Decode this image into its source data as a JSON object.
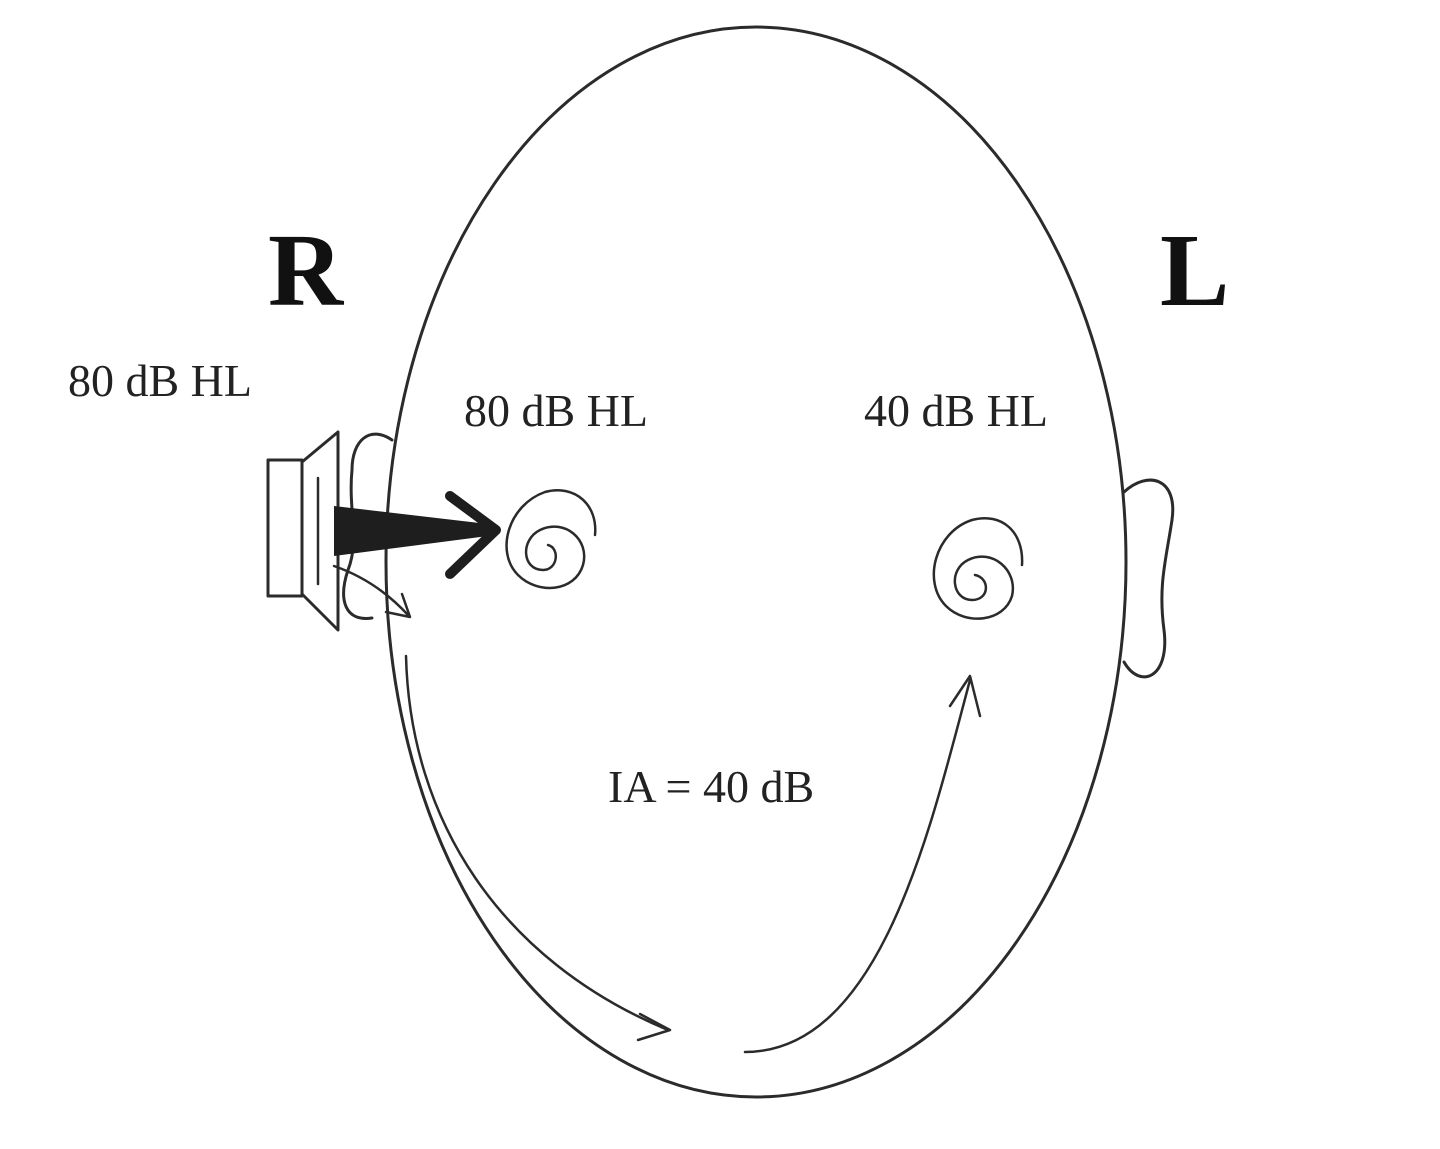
{
  "labels": {
    "right_side": "R",
    "left_side": "L",
    "earphone_level": "80 dB HL",
    "right_cochlea_level": "80 dB HL",
    "left_cochlea_level": "40 dB HL",
    "interaural_attenuation": "IA = 40 dB"
  },
  "icons": {
    "earphone": "earphone-icon",
    "cochlea": "cochlea-spiral-icon",
    "ear": "ear-icon",
    "head": "head-outline"
  },
  "colors": {
    "line": "#2b2b2b",
    "text": "#222222",
    "background": "#ffffff"
  }
}
